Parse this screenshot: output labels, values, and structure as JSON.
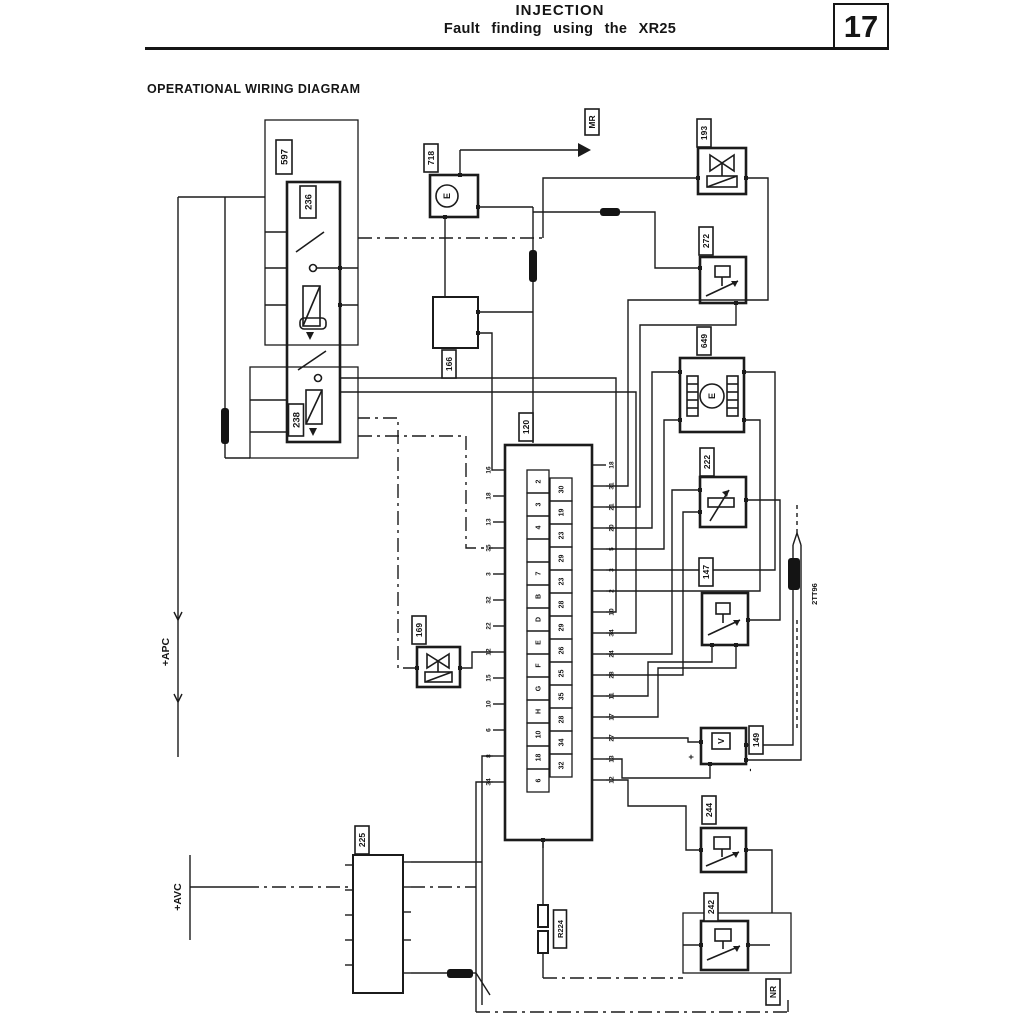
{
  "header": {
    "title_line1": "INJECTION",
    "title_line2": "Fault finding using the XR25",
    "section_number": "17"
  },
  "diagram": {
    "heading": "OPERATIONAL WIRING DIAGRAM",
    "bus_labels": {
      "apc": "+APC",
      "avc": "+AVC"
    },
    "ground_labels": {
      "top": "MR",
      "bottom": "NR"
    },
    "cable_label": "2TT96",
    "component_labels": {
      "c597": "597",
      "c236": "236",
      "c238": "238",
      "c718": "718",
      "c193": "193",
      "c272": "272",
      "c649": "649",
      "c222": "222",
      "c147": "147",
      "c149": "149",
      "c244": "244",
      "c242": "242",
      "c225": "225",
      "c169": "169",
      "c166": "166",
      "c120": "120",
      "r224": "R224"
    },
    "symbol_texts": {
      "v_sensor": "V",
      "pump_motor": "E",
      "stepper_motor": "E",
      "plus": "+",
      "minus": "-"
    },
    "ecu": {
      "label": "120",
      "left_cells": [
        "2",
        "3",
        "4",
        "",
        "7",
        "B",
        "D",
        "E",
        "F",
        "G",
        "H",
        "10",
        "18",
        "6"
      ],
      "right_cells": [
        "30",
        "19",
        "23",
        "29",
        "23",
        "28",
        "29",
        "26",
        "25",
        "35",
        "28",
        "34",
        "32"
      ],
      "left_pins": [
        "16",
        "18",
        "13",
        "35",
        "3",
        "32",
        "22",
        "12",
        "15",
        "10",
        "6",
        "8",
        "34"
      ],
      "right_pins": [
        "18",
        "31",
        "21",
        "20",
        "5",
        "3",
        "2",
        "10",
        "34",
        "24",
        "28",
        "11",
        "17",
        "27",
        "13",
        "12"
      ]
    }
  }
}
